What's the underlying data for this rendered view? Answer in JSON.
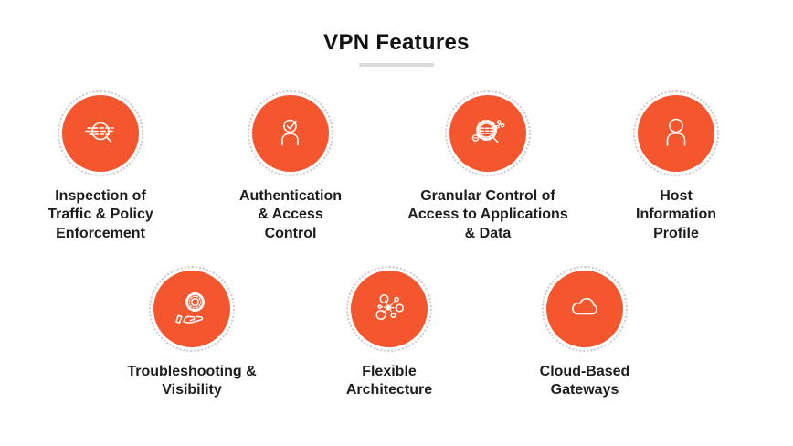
{
  "title": {
    "text": "VPN Features"
  },
  "theme": {
    "accent": "#F4562E",
    "ring_dotted": "#C9C9C9",
    "underline": "#DCDCDC",
    "label_color": "#1D1D1D",
    "background": "#FFFFFF",
    "icon_stroke": "#FFFFFF"
  },
  "features": [
    {
      "icon": "traffic-inspection-magnifier-icon",
      "label": [
        "Inspection of",
        "Traffic & Policy",
        "Enforcement"
      ]
    },
    {
      "icon": "user-check-icon",
      "label": [
        "Authentication",
        "& Access",
        "Control"
      ]
    },
    {
      "icon": "gear-magnifier-icon",
      "label": [
        "Granular Control of",
        "Access to Applications",
        "& Data"
      ]
    },
    {
      "icon": "user-profile-icon",
      "label": [
        "Host",
        "Information",
        "Profile"
      ]
    },
    {
      "icon": "hand-gear-icon",
      "label": [
        "Troubleshooting &",
        "Visibility"
      ]
    },
    {
      "icon": "network-nodes-icon",
      "label": [
        "Flexible",
        "Architecture"
      ]
    },
    {
      "icon": "cloud-icon",
      "label": [
        "Cloud-Based",
        "Gateways"
      ]
    }
  ]
}
